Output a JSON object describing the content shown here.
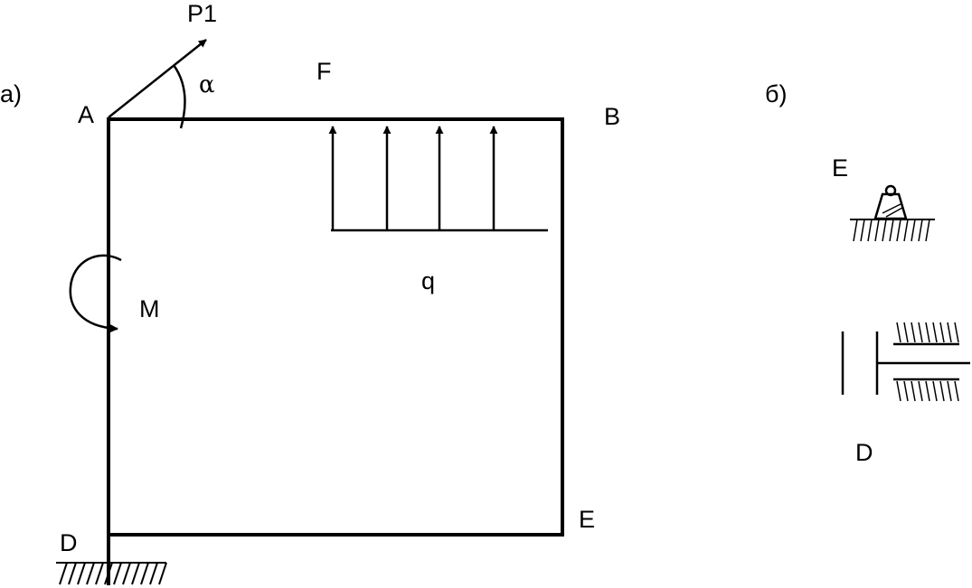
{
  "part_a": {
    "panel_label": "а)",
    "points": {
      "A": "A",
      "B": "B",
      "D": "D",
      "E": "E"
    },
    "loads": {
      "force_inclined": "P1",
      "angle": "α",
      "force_distributed_label": "F",
      "distributed_load": "q",
      "moment": "M"
    }
  },
  "part_b": {
    "panel_label": "б)",
    "support_E_label": "E",
    "support_D_label": "D"
  },
  "colors": {
    "ink": "#000000",
    "background": "#ffffff"
  }
}
